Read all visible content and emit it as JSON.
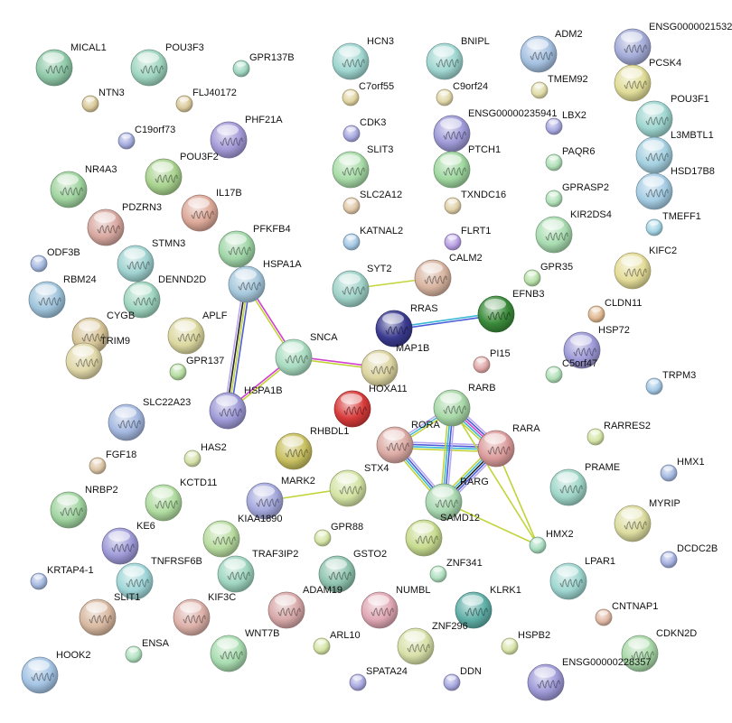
{
  "title": "STRING protein interaction network",
  "evidence_colors": {
    "textmining": "#c2d43a",
    "experiments": "#d33fd0",
    "databases": "#3cb8d6",
    "coexpression": "#222222",
    "cooccurrence": "#4a5cd8",
    "homology": "#b9a8f0"
  },
  "nodes": [
    {
      "label": "MICAL1",
      "color": "#8fc9a8",
      "has_structure": true
    },
    {
      "label": "POU3F3",
      "color": "#9fd6c0",
      "has_structure": true
    },
    {
      "label": "GPR137B",
      "color": "#9fd6c0",
      "has_structure": false
    },
    {
      "label": "NTN3",
      "color": "#d9c99a",
      "has_structure": false
    },
    {
      "label": "FLJ40172",
      "color": "#d9c99a",
      "has_structure": false
    },
    {
      "label": "C19orf73",
      "color": "#a4acde",
      "has_structure": false
    },
    {
      "label": "PHF21A",
      "color": "#a49ad8",
      "has_structure": true
    },
    {
      "label": "POU3F2",
      "color": "#a8d28e",
      "has_structure": true
    },
    {
      "label": "NR4A3",
      "color": "#a0d4a0",
      "has_structure": true
    },
    {
      "label": "IL17B",
      "color": "#dca898",
      "has_structure": true
    },
    {
      "label": "PDZRN3",
      "color": "#d8a8a0",
      "has_structure": true
    },
    {
      "label": "ODF3B",
      "color": "#a4b8e0",
      "has_structure": false
    },
    {
      "label": "STMN3",
      "color": "#9fd2d0",
      "has_structure": true
    },
    {
      "label": "PFKFB4",
      "color": "#a0d6a8",
      "has_structure": true
    },
    {
      "label": "RBM24",
      "color": "#9fc4dc",
      "has_structure": true
    },
    {
      "label": "DENND2D",
      "color": "#9fd6c0",
      "has_structure": true
    },
    {
      "label": "HSPA1A",
      "color": "#a6c8dc",
      "has_structure": true
    },
    {
      "label": "CYGB",
      "color": "#d6c496",
      "has_structure": true
    },
    {
      "label": "APLF",
      "color": "#dcd8a0",
      "has_structure": true
    },
    {
      "label": "GPR137",
      "color": "#b4dca0",
      "has_structure": false
    },
    {
      "label": "TRIM9",
      "color": "#e0d8a8",
      "has_structure": true
    },
    {
      "label": "SNCA",
      "color": "#a8dcc0",
      "has_structure": true
    },
    {
      "label": "HSPA1B",
      "color": "#9e9ad8",
      "has_structure": true
    },
    {
      "label": "SLC22A23",
      "color": "#a4b8e0",
      "has_structure": true
    },
    {
      "label": "HAS2",
      "color": "#d4e0a8",
      "has_structure": false
    },
    {
      "label": "FGF18",
      "color": "#dcc4a4",
      "has_structure": false
    },
    {
      "label": "RHBDL1",
      "color": "#c8c060",
      "has_structure": true
    },
    {
      "label": "NRBP2",
      "color": "#a0d4a0",
      "has_structure": true
    },
    {
      "label": "KCTD11",
      "color": "#b0dca0",
      "has_structure": true
    },
    {
      "label": "MARK2",
      "color": "#a4a8dc",
      "has_structure": true
    },
    {
      "label": "STX4",
      "color": "#d4e4a4",
      "has_structure": true
    },
    {
      "label": "KIAA1890",
      "color": "#b8dca0",
      "has_structure": true
    },
    {
      "label": "GPR88",
      "color": "#d4e4a4",
      "has_structure": false
    },
    {
      "label": "KE6",
      "color": "#9e9ad8",
      "has_structure": true
    },
    {
      "label": "KRTAP4-1",
      "color": "#a4b8e0",
      "has_structure": false
    },
    {
      "label": "TNFRSF6B",
      "color": "#9fd6d8",
      "has_structure": true
    },
    {
      "label": "TRAF3IP2",
      "color": "#9fd6c0",
      "has_structure": true
    },
    {
      "label": "GSTO2",
      "color": "#8fc4b0",
      "has_structure": true
    },
    {
      "label": "SLIT1",
      "color": "#d8b8a0",
      "has_structure": true
    },
    {
      "label": "KIF3C",
      "color": "#dcb0a8",
      "has_structure": true
    },
    {
      "label": "ADAM19",
      "color": "#d8a8a8",
      "has_structure": true
    },
    {
      "label": "NUMBL",
      "color": "#e0a8b4",
      "has_structure": true
    },
    {
      "label": "ENSA",
      "color": "#b0e0c0",
      "has_structure": false
    },
    {
      "label": "WNT7B",
      "color": "#a8dcb0",
      "has_structure": true
    },
    {
      "label": "ARL10",
      "color": "#d4e4a4",
      "has_structure": false
    },
    {
      "label": "HOOK2",
      "color": "#a4c4e4",
      "has_structure": true
    },
    {
      "label": "SPATA24",
      "color": "#a8a8e0",
      "has_structure": false
    },
    {
      "label": "ZNF296",
      "color": "#d8e0a8",
      "has_structure": true
    },
    {
      "label": "DDN",
      "color": "#a8a8e0",
      "has_structure": false
    },
    {
      "label": "KLRK1",
      "color": "#60b0a8",
      "has_structure": true
    },
    {
      "label": "ZNF341",
      "color": "#b0e0c0",
      "has_structure": false
    },
    {
      "label": "HSPB2",
      "color": "#d8e4a8",
      "has_structure": false
    },
    {
      "label": "SAMD12",
      "color": "#c8dc90",
      "has_structure": true
    },
    {
      "label": "RARG",
      "color": "#a8d8b0",
      "has_structure": true
    },
    {
      "label": "HMX2",
      "color": "#a8dcc0",
      "has_structure": false
    },
    {
      "label": "RORA",
      "color": "#dcaaa4",
      "has_structure": true
    },
    {
      "label": "RARA",
      "color": "#dc9c9c",
      "has_structure": true
    },
    {
      "label": "RARB",
      "color": "#a8d8a8",
      "has_structure": true
    },
    {
      "label": "HOXA11",
      "color": "#d83a3a",
      "has_structure": true
    },
    {
      "label": "MAP1B",
      "color": "#dcd4a0",
      "has_structure": true
    },
    {
      "label": "RRAS",
      "color": "#3a3a90",
      "has_structure": true
    },
    {
      "label": "EFNB3",
      "color": "#3a8a3a",
      "has_structure": true
    },
    {
      "label": "CALM2",
      "color": "#d8b4a0",
      "has_structure": true
    },
    {
      "label": "SYT2",
      "color": "#9fd2c8",
      "has_structure": true
    },
    {
      "label": "GPR35",
      "color": "#b8e0a8",
      "has_structure": false
    },
    {
      "label": "PI15",
      "color": "#e0a8a8",
      "has_structure": false
    },
    {
      "label": "C5orf47",
      "color": "#b0e0b8",
      "has_structure": false
    },
    {
      "label": "RARRES2",
      "color": "#d4e4a4",
      "has_structure": false
    },
    {
      "label": "PRAME",
      "color": "#9fd6c8",
      "has_structure": true
    },
    {
      "label": "HMX1",
      "color": "#a4b8e0",
      "has_structure": false
    },
    {
      "label": "MYRIP",
      "color": "#dcdca0",
      "has_structure": true
    },
    {
      "label": "DCDC2B",
      "color": "#a4b0e0",
      "has_structure": false
    },
    {
      "label": "LPAR1",
      "color": "#9fd6d0",
      "has_structure": true
    },
    {
      "label": "CNTNAP1",
      "color": "#e0b8a4",
      "has_structure": false
    },
    {
      "label": "CDKN2D",
      "color": "#a8d8a8",
      "has_structure": true
    },
    {
      "label": "ENSG00000228357",
      "color": "#9e9ad8",
      "has_structure": true
    },
    {
      "label": "HSP72",
      "color": "#9e9ad8",
      "has_structure": true
    },
    {
      "label": "TRPM3",
      "color": "#a4c8e4",
      "has_structure": false
    },
    {
      "label": "CLDN11",
      "color": "#e0b890",
      "has_structure": false
    },
    {
      "label": "KIFC2",
      "color": "#e4dc98",
      "has_structure": true
    },
    {
      "label": "TMEFF1",
      "color": "#a4d4e4",
      "has_structure": false
    },
    {
      "label": "KIR2DS4",
      "color": "#a8dcb0",
      "has_structure": true
    },
    {
      "label": "GPRASP2",
      "color": "#b0e0b8",
      "has_structure": false
    },
    {
      "label": "PAQR6",
      "color": "#b0e0b8",
      "has_structure": false
    },
    {
      "label": "LBX2",
      "color": "#a8a8e0",
      "has_structure": false
    },
    {
      "label": "TMEM92",
      "color": "#e0dca8",
      "has_structure": false
    },
    {
      "label": "ADM2",
      "color": "#a4c0e0",
      "has_structure": true
    },
    {
      "label": "ENSG0000021532",
      "color": "#a4acd8",
      "has_structure": true
    },
    {
      "label": "PCSK4",
      "color": "#e0dc98",
      "has_structure": true
    },
    {
      "label": "POU3F1",
      "color": "#9fd6d0",
      "has_structure": true
    },
    {
      "label": "L3MBTL1",
      "color": "#a4d0e0",
      "has_structure": true
    },
    {
      "label": "HSD17B8",
      "color": "#a4cce4",
      "has_structure": true
    },
    {
      "label": "HCN3",
      "color": "#9fd6d0",
      "has_structure": true
    },
    {
      "label": "BNIPL",
      "color": "#9fd6d0",
      "has_structure": true
    },
    {
      "label": "C7orf55",
      "color": "#e0d4a0",
      "has_structure": false
    },
    {
      "label": "C9orf24",
      "color": "#e0d8a8",
      "has_structure": false
    },
    {
      "label": "CDK3",
      "color": "#a8a8e0",
      "has_structure": false
    },
    {
      "label": "ENSG00000235941",
      "color": "#9e9ad8",
      "has_structure": true
    },
    {
      "label": "SLIT3",
      "color": "#a8dca8",
      "has_structure": true
    },
    {
      "label": "PTCH1",
      "color": "#a0d8a0",
      "has_structure": true
    },
    {
      "label": "SLC2A12",
      "color": "#e0c8a8",
      "has_structure": false
    },
    {
      "label": "TXNDC16",
      "color": "#e0d0a8",
      "has_structure": false
    },
    {
      "label": "KATNAL2",
      "color": "#a4c8e4",
      "has_structure": false
    },
    {
      "label": "FLRT1",
      "color": "#b8a0e4",
      "has_structure": false
    }
  ],
  "edges": [
    {
      "a": "HSPA1A",
      "b": "HSPA1B",
      "evidence": [
        "cooccurrence",
        "textmining",
        "coexpression",
        "homology"
      ]
    },
    {
      "a": "HSPA1A",
      "b": "SNCA",
      "evidence": [
        "experiments",
        "textmining"
      ]
    },
    {
      "a": "HSPA1B",
      "b": "SNCA",
      "evidence": [
        "experiments",
        "textmining"
      ]
    },
    {
      "a": "SNCA",
      "b": "MAP1B",
      "evidence": [
        "experiments",
        "textmining"
      ]
    },
    {
      "a": "SYT2",
      "b": "CALM2",
      "evidence": [
        "textmining"
      ]
    },
    {
      "a": "RRAS",
      "b": "EFNB3",
      "evidence": [
        "databases",
        "cooccurrence"
      ]
    },
    {
      "a": "MARK2",
      "b": "STX4",
      "evidence": [
        "textmining"
      ]
    },
    {
      "a": "RORA",
      "b": "RARB",
      "evidence": [
        "homology",
        "databases",
        "textmining"
      ]
    },
    {
      "a": "RORA",
      "b": "RARA",
      "evidence": [
        "homology",
        "cooccurrence",
        "databases",
        "textmining"
      ]
    },
    {
      "a": "RORA",
      "b": "RARG",
      "evidence": [
        "homology",
        "cooccurrence",
        "databases",
        "textmining"
      ]
    },
    {
      "a": "RARB",
      "b": "RARG",
      "evidence": [
        "homology",
        "cooccurrence",
        "databases",
        "textmining"
      ]
    },
    {
      "a": "RARB",
      "b": "RARA",
      "evidence": [
        "homology",
        "cooccurrence",
        "experiments",
        "databases",
        "textmining"
      ]
    },
    {
      "a": "RARA",
      "b": "RARG",
      "evidence": [
        "homology",
        "cooccurrence",
        "coexpression",
        "databases",
        "textmining"
      ]
    },
    {
      "a": "RARA",
      "b": "HMX2",
      "evidence": [
        "textmining"
      ]
    },
    {
      "a": "RARB",
      "b": "HMX2",
      "evidence": [
        "textmining"
      ]
    },
    {
      "a": "RARG",
      "b": "HMX2",
      "evidence": [
        "textmining"
      ]
    }
  ]
}
